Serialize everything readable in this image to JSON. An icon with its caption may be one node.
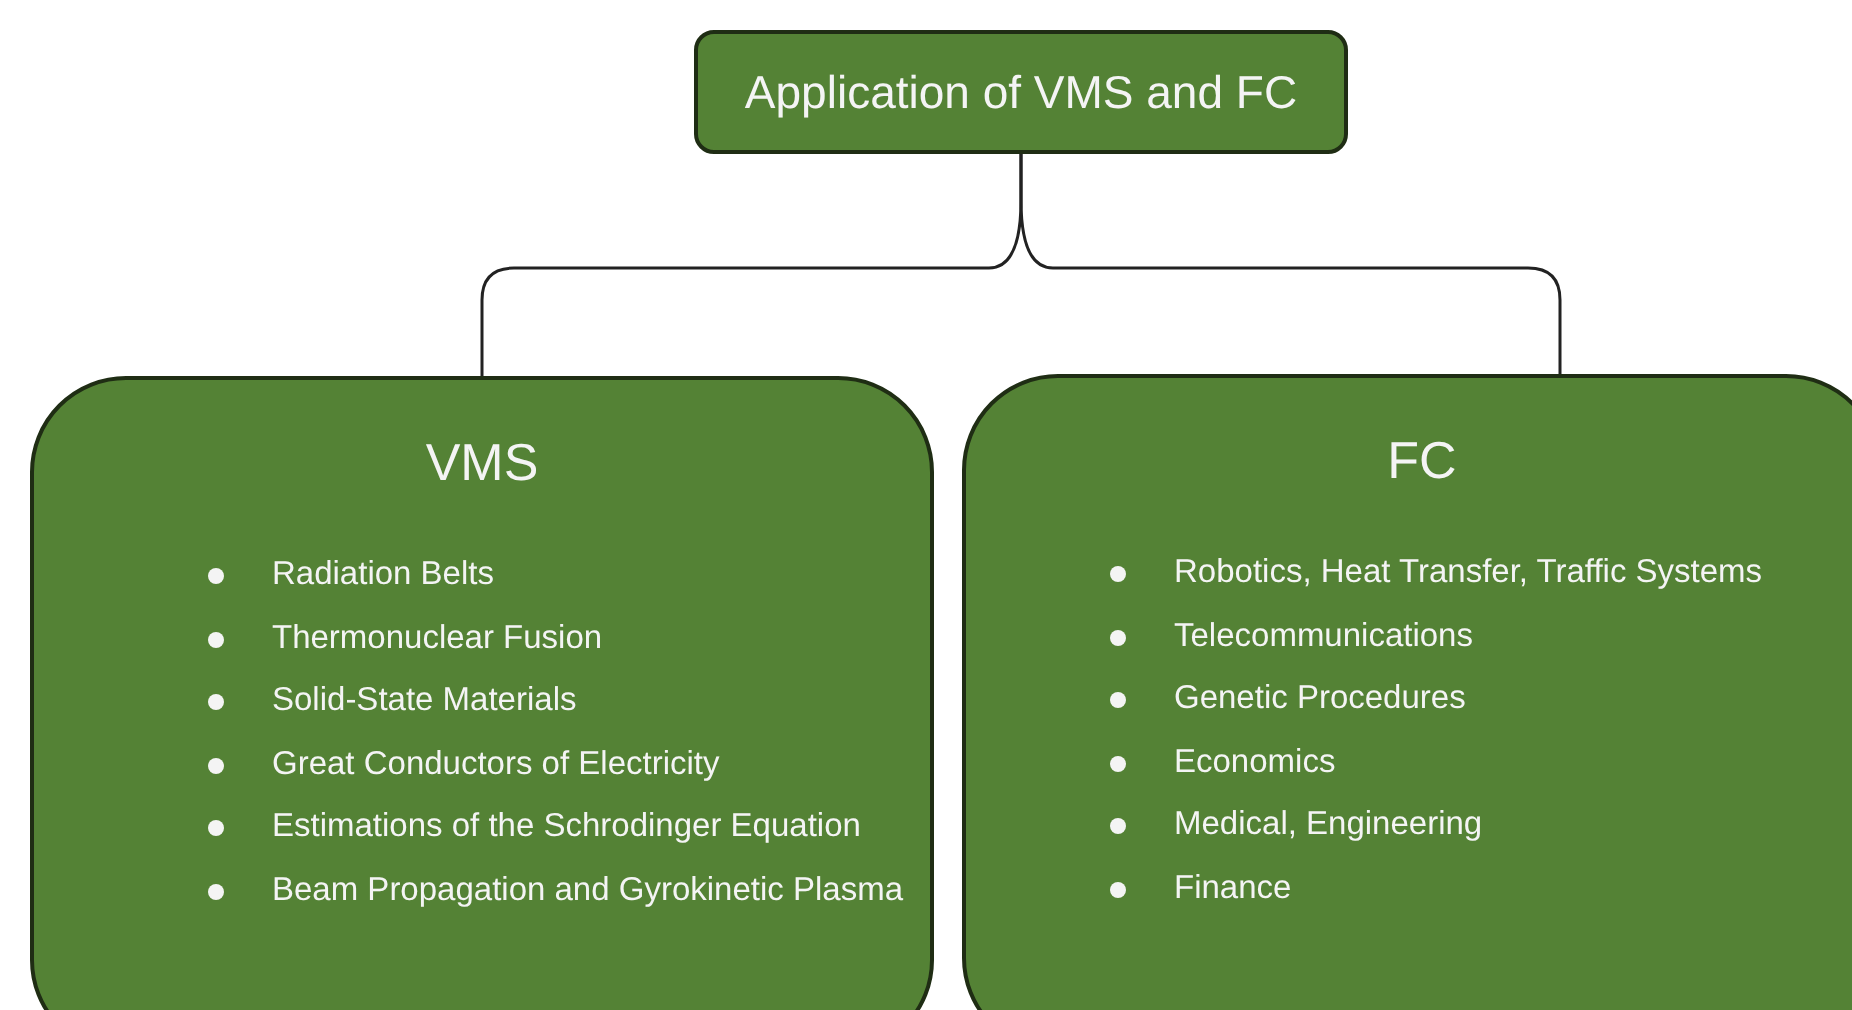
{
  "diagram": {
    "nodes": [
      {
        "text": [
          "Application of VMS and FC"
        ]
      },
      {
        "text": [
          "VMS",
          "Radiation Belts",
          "Thermonuclear Fusion",
          "Solid-State Materials",
          "Great Conductors of Electricity",
          "Estimations of the Schrodinger Equation",
          "Beam Propagation and Gyrokinetic Plasma"
        ]
      },
      {
        "text": [
          "FC",
          "Robotics, Heat Transfer, Traffic Systems",
          "Telecommunications",
          "Genetic Procedures",
          "Economics",
          "Medical, Engineering",
          "Finance"
        ]
      }
    ],
    "edges": [
      {
        "from": 0,
        "to": 1,
        "arrow": "none"
      },
      {
        "from": 0,
        "to": 2,
        "arrow": "none"
      }
    ]
  }
}
